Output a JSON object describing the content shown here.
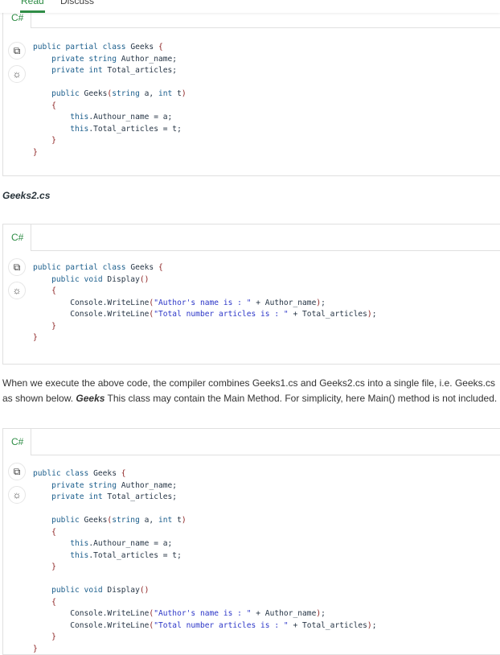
{
  "tabs": {
    "read": "Read",
    "discuss": "Discuss"
  },
  "blocks": [
    {
      "lang": "C#",
      "code": [
        "public partial class Geeks {",
        "    private string Author_name;",
        "    private int Total_articles;",
        "",
        "    public Geeks(string a, int t)",
        "    {",
        "        this.Authour_name = a;",
        "        this.Total_articles = t;",
        "    }",
        "}"
      ]
    },
    {
      "lang": "C#",
      "code": [
        "public partial class Geeks {",
        "    public void Display()",
        "    {",
        "        Console.WriteLine(\"Author's name is : \" + Author_name);",
        "        Console.WriteLine(\"Total number articles is : \" + Total_articles);",
        "    }",
        "}"
      ]
    },
    {
      "lang": "C#",
      "code": [
        "public class Geeks {",
        "    private string Author_name;",
        "    private int Total_articles;",
        "",
        "    public Geeks(string a, int t)",
        "    {",
        "        this.Authour_name = a;",
        "        this.Total_articles = t;",
        "    }",
        "",
        "    public void Display()",
        "    {",
        "        Console.WriteLine(\"Author's name is : \" + Author_name);",
        "        Console.WriteLine(\"Total number articles is : \" + Total_articles);",
        "    }",
        "}"
      ]
    }
  ],
  "file_label": "Geeks2.cs",
  "paragraph": {
    "line1": "When we execute the above code, the compiler combines Geeks1.cs and Geeks2.cs into a single file, i.e. Geeks.cs as shown below.",
    "bold": "Geeks",
    "line2": " This class may contain the Main Method. For simplicity, here Main() method is not included."
  },
  "icons": {
    "copy": "copy-icon",
    "theme": "sun-icon"
  }
}
